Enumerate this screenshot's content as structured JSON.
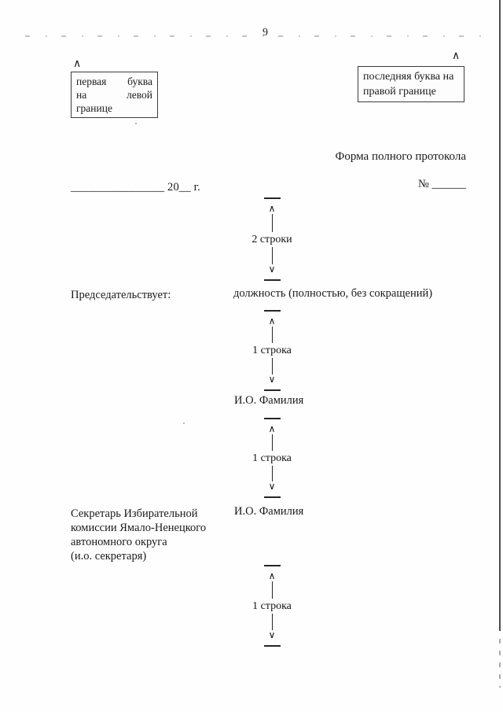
{
  "page": {
    "number": "9"
  },
  "glyphs": {
    "caret_up": "∧",
    "arrow_up": "∧",
    "arrow_down": "∨"
  },
  "margin_notes": {
    "left_box": {
      "lines": [
        [
          "первая",
          "буква"
        ],
        [
          "на",
          "левой"
        ],
        [
          "границе"
        ]
      ]
    },
    "right_box": {
      "lines": [
        "последняя буква на",
        "правой границе"
      ]
    }
  },
  "header": {
    "form_title": "Форма полного протокола",
    "number_label": "№",
    "number_blank": "______",
    "date_line": "________________ 20__ г."
  },
  "markers": [
    {
      "label": "2 строки"
    },
    {
      "label": "1 строка"
    },
    {
      "label": "1 строка"
    },
    {
      "label": "1 строка"
    }
  ],
  "body": {
    "chair_label": "Председательствует:",
    "position_hint": "должность (полностью, без сокращений)",
    "name_hint_1": "И.О. Фамилия",
    "name_hint_2": "И.О. Фамилия",
    "secretary_lines": [
      "Секретарь Избирательной",
      "комиссии Ямало-Ненецкого",
      "автономного округа",
      "(и.о. секретаря)"
    ]
  }
}
